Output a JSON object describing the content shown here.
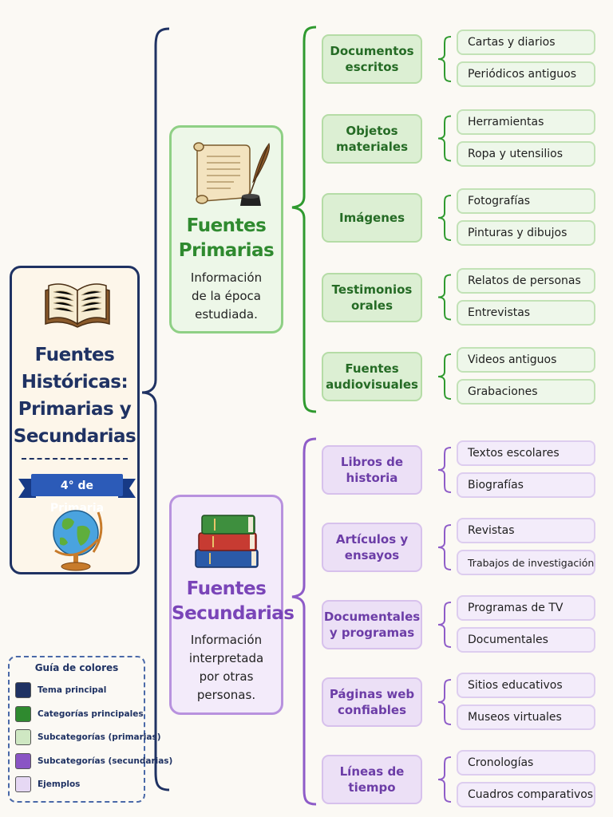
{
  "main": {
    "title_lines": [
      "Fuentes",
      "Históricas:",
      "Primarias y",
      "Secundarias"
    ],
    "grade": "4° de Primaria",
    "book_icon": "open-book-icon",
    "globe_icon": "globe-icon"
  },
  "primary": {
    "title_lines": [
      "Fuentes",
      "Primarias"
    ],
    "desc_lines": [
      "Información",
      "de la época",
      "estudiada."
    ],
    "icon": "scroll-quill-icon",
    "subs": [
      {
        "lines": [
          "Documentos",
          "escritos"
        ],
        "examples": [
          "Cartas y diarios",
          "Periódicos antiguos"
        ]
      },
      {
        "lines": [
          "Objetos",
          "materiales"
        ],
        "examples": [
          "Herramientas",
          "Ropa y utensilios"
        ]
      },
      {
        "lines": [
          "Imágenes"
        ],
        "examples": [
          "Fotografías",
          "Pinturas y dibujos"
        ]
      },
      {
        "lines": [
          "Testimonios",
          "orales"
        ],
        "examples": [
          "Relatos de personas",
          "Entrevistas"
        ]
      },
      {
        "lines": [
          "Fuentes",
          "audiovisuales"
        ],
        "examples": [
          "Videos antiguos",
          "Grabaciones"
        ]
      }
    ]
  },
  "secondary": {
    "title_lines": [
      "Fuentes",
      "Secundarias"
    ],
    "desc_lines": [
      "Información",
      "interpretada",
      "por otras",
      "personas."
    ],
    "icon": "stacked-books-icon",
    "subs": [
      {
        "lines": [
          "Libros de",
          "historia"
        ],
        "examples": [
          "Textos escolares",
          "Biografías"
        ]
      },
      {
        "lines": [
          "Artículos y",
          "ensayos"
        ],
        "examples": [
          "Revistas",
          "Trabajos de investigación"
        ]
      },
      {
        "lines": [
          "Documentales",
          "y programas"
        ],
        "examples": [
          "Programas de TV",
          "Documentales"
        ]
      },
      {
        "lines": [
          "Páginas web",
          "confiables"
        ],
        "examples": [
          "Sitios educativos",
          "Museos virtuales"
        ]
      },
      {
        "lines": [
          "Líneas de",
          "tiempo"
        ],
        "examples": [
          "Cronologías",
          "Cuadros comparativos"
        ]
      }
    ]
  },
  "legend": {
    "title": "Guía de colores",
    "items": [
      {
        "label": "Tema principal",
        "color": "#1f3263"
      },
      {
        "label": "Categorías principales",
        "color": "#2f8a2f"
      },
      {
        "label": "Subcategorías (primarias)",
        "color": "#cfe8c3"
      },
      {
        "label": "Subcategorías (secundarias)",
        "color": "#8a55c4"
      },
      {
        "label": "Ejemplos",
        "color": "#e6d8f4"
      }
    ]
  },
  "colors": {
    "navy": "#1f3263",
    "green": "#2f9a2f",
    "purple": "#8e5cc8"
  }
}
